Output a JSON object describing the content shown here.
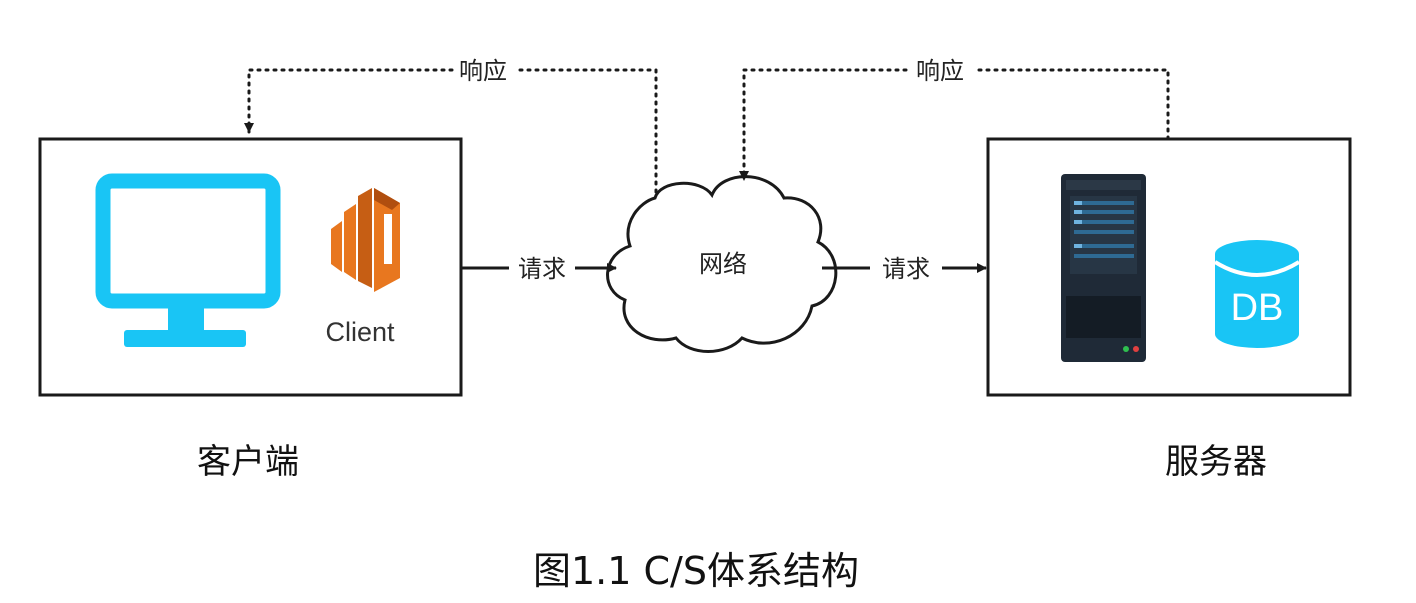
{
  "labels": {
    "response_left": "响应",
    "response_right": "响应",
    "request_left": "请求",
    "request_right": "请求",
    "network": "网络",
    "client_app": "Client",
    "db": "DB",
    "client_caption": "客户端",
    "server_caption": "服务器"
  },
  "figure_title": "图1.1 C/S体系结构",
  "colors": {
    "monitor": "#19C5F5",
    "client_logo": "#E8771F",
    "client_logo_dark": "#B04E0F",
    "server_body": "#1F2A37",
    "server_panel": "#2E6A93",
    "db": "#19C5F5",
    "line": "#1A1A1A"
  }
}
